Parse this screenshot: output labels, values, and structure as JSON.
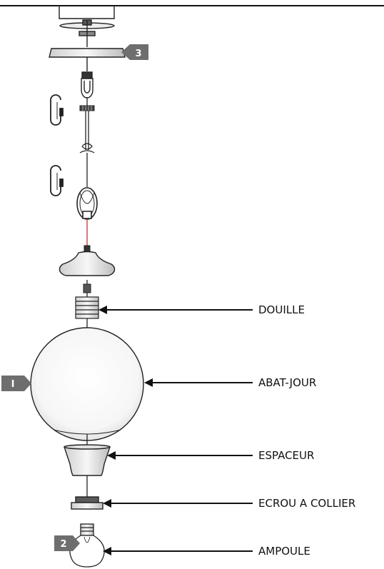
{
  "diagram": {
    "labels": {
      "douille": "DOUILLE",
      "abat_jour": "ABAT-JOUR",
      "espaceur": "ESPACEUR",
      "ecrou": "ECROU A COLLIER",
      "ampoule": "AMPOULE"
    },
    "badges": {
      "canopy": "3",
      "shade": "I",
      "bulb": "2"
    },
    "colors": {
      "line": "#111111",
      "badge": "#6e6e6e",
      "wire_accent": "#d23a3a"
    }
  }
}
